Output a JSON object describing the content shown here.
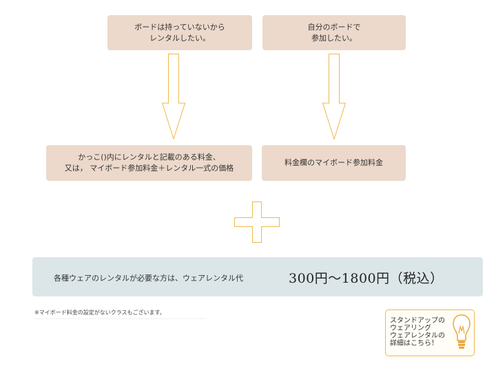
{
  "top_boxes": {
    "rent": {
      "lines": [
        "ボードは持っていないから",
        "レンタルしたい。"
      ]
    },
    "own": {
      "lines": [
        "自分のボードで",
        "参加したい。"
      ]
    }
  },
  "price_boxes": {
    "left": {
      "lines": [
        "かっこ()内にレンタルと記載のある料金、",
        "又は， マイボード参加料金＋レンタル一式の価格"
      ]
    },
    "right": {
      "lines": [
        "料金欄のマイボード参加料金"
      ]
    }
  },
  "wear": {
    "text": "各種ウェアのレンタルが必要な方は、ウェアレンタル代",
    "price": "300円～1800円（税込）"
  },
  "note": "※マイボード料金の設定がないクラスもございます。",
  "wear_link": {
    "lines": [
      "スタンドアップの",
      "ウェアリング",
      "ウェアレンタルの",
      "詳細はこちら！"
    ]
  },
  "colors": {
    "box_fill": "#ecd9cb",
    "arrow_stroke": "#f0b84a",
    "banner_fill": "#dce6e8"
  }
}
